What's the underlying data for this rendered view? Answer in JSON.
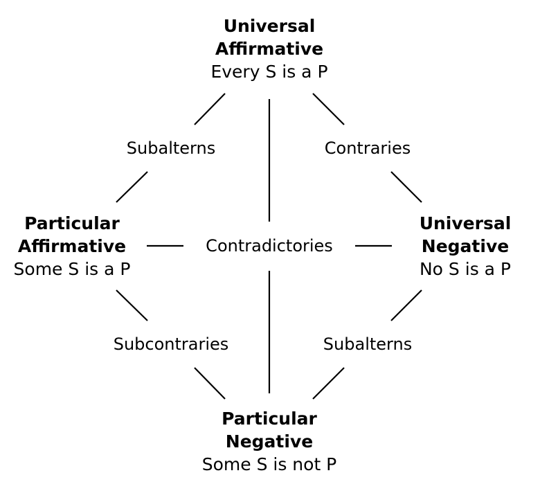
{
  "diagram": {
    "title": "Square of Opposition",
    "nodes": {
      "A": {
        "title_line1": "Universal",
        "title_line2": "Affirmative",
        "statement": "Every S is a P"
      },
      "I": {
        "title_line1": "Particular",
        "title_line2": "Affirmative",
        "statement": "Some S is a P"
      },
      "E": {
        "title_line1": "Universal",
        "title_line2": "Negative",
        "statement": "No S is a P"
      },
      "O": {
        "title_line1": "Particular",
        "title_line2": "Negative",
        "statement": "Some S is not P"
      }
    },
    "relations": {
      "A_I": "Subalterns",
      "A_E": "Contraries",
      "contradictories": "Contradictories",
      "I_O": "Subcontraries",
      "E_O": "Subalterns"
    },
    "edges": [
      {
        "from": "A",
        "to": "I",
        "label": "Subalterns"
      },
      {
        "from": "A",
        "to": "E",
        "label": "Contraries"
      },
      {
        "from": "A",
        "to": "O",
        "label": "Contradictories"
      },
      {
        "from": "I",
        "to": "E",
        "label": "Contradictories"
      },
      {
        "from": "I",
        "to": "O",
        "label": "Subcontraries"
      },
      {
        "from": "E",
        "to": "O",
        "label": "Subalterns"
      }
    ]
  }
}
